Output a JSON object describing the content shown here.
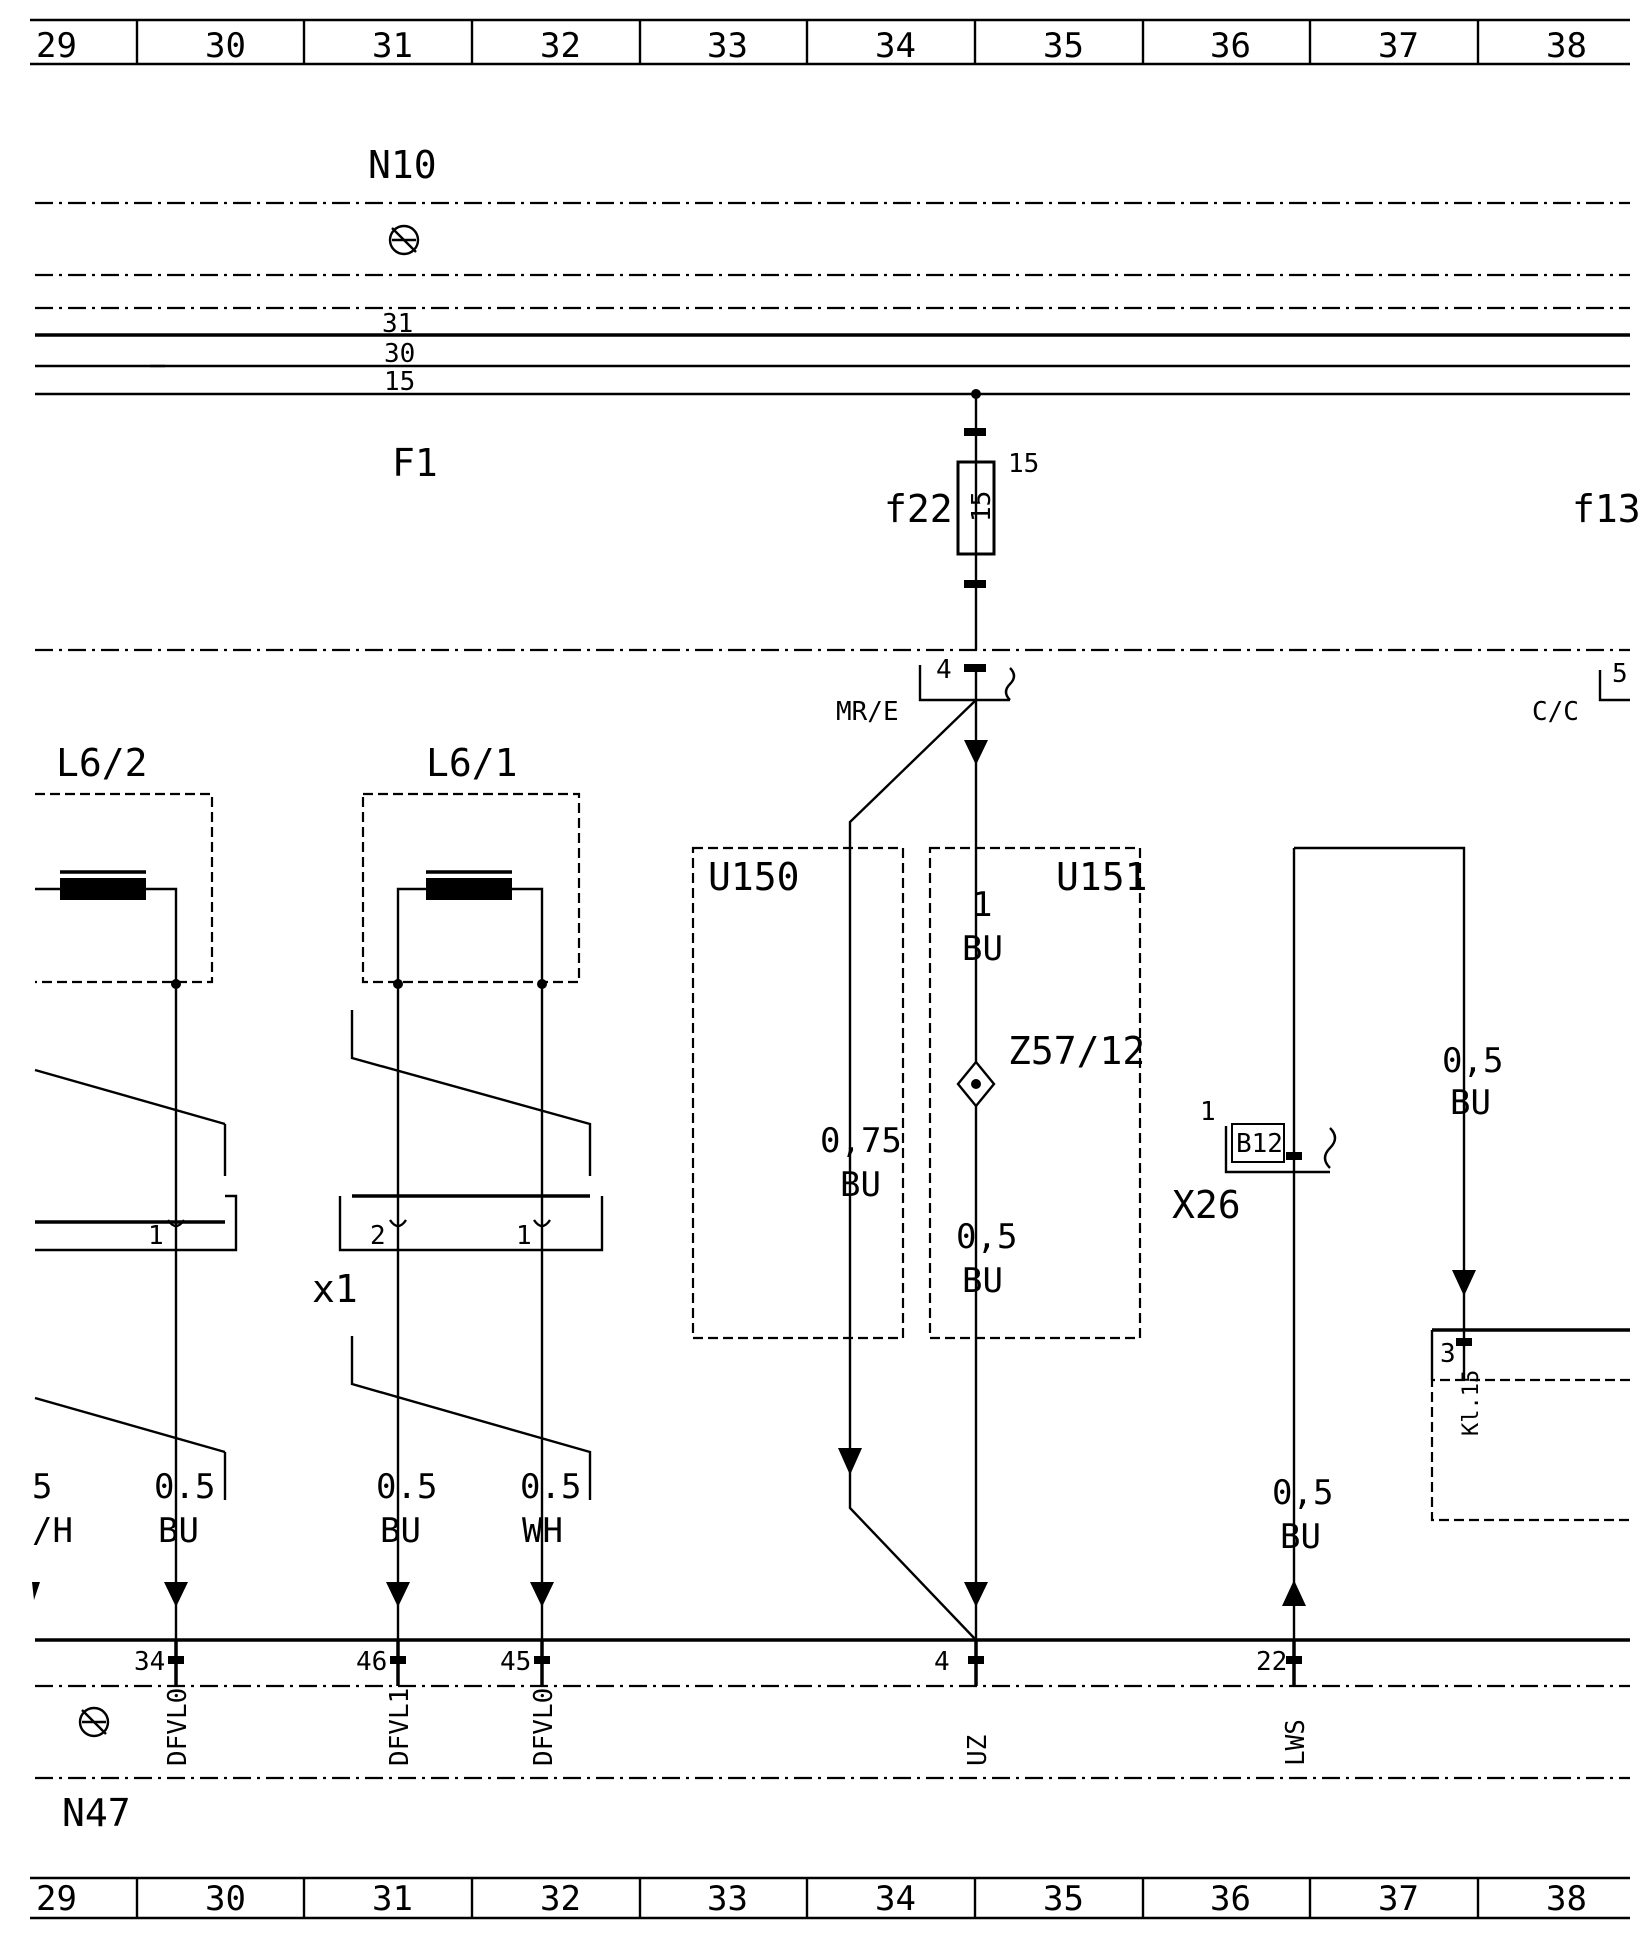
{
  "grid_columns": [
    "29",
    "30",
    "31",
    "32",
    "33",
    "34",
    "35",
    "36",
    "37",
    "38"
  ],
  "components": {
    "n10": "N10",
    "bus_lines": [
      "31",
      "30",
      "15"
    ],
    "f1": "F1",
    "f22": "f22",
    "fuse_rating": "15",
    "fuse_pin": "15",
    "f13": "f13",
    "mr_e": "MR/E",
    "mr_e_pin": "4",
    "cc": "C/C",
    "cc_pin": "5",
    "l6_2": "L6/2",
    "l6_1": "L6/1",
    "u150": "U150",
    "u151": "U151",
    "z57": "Z57/12",
    "x26": "X26",
    "b12": "B12",
    "b12_pin": "1",
    "x1": "x1",
    "kl15": "Kl.15",
    "kl15_pin": "3",
    "n47": "N47"
  },
  "connector_pins": {
    "l6_2_pin": "1",
    "l6_2_left_pin": "1",
    "l6_1_pin_a": "2",
    "l6_1_pin_b": "1"
  },
  "wires": {
    "u151_top": {
      "size": "1",
      "color": "BU"
    },
    "u150_wire": {
      "size": "0,75",
      "color": "BU"
    },
    "u151_bottom": {
      "size": "0,5",
      "color": "BU"
    },
    "right_wire": {
      "size": "0,5",
      "color": "BU"
    },
    "x26_wire": {
      "size": "0,5",
      "color": "BU"
    },
    "l6_2_wire": {
      "size": "0.5",
      "color": "BU"
    },
    "l6_1_wire_a": {
      "size": "0.5",
      "color": "BU"
    },
    "l6_1_wire_b": {
      "size": "0.5",
      "color": "WH"
    },
    "left_edge_wire": {
      "size": "5",
      "color": "/H"
    }
  },
  "n47_pins": [
    {
      "pin": "34",
      "signal": "DFVL0"
    },
    {
      "pin": "46",
      "signal": "DFVL1"
    },
    {
      "pin": "45",
      "signal": "DFVL0"
    },
    {
      "pin": "4",
      "signal": "UZ"
    },
    {
      "pin": "22",
      "signal": "LWS"
    }
  ]
}
